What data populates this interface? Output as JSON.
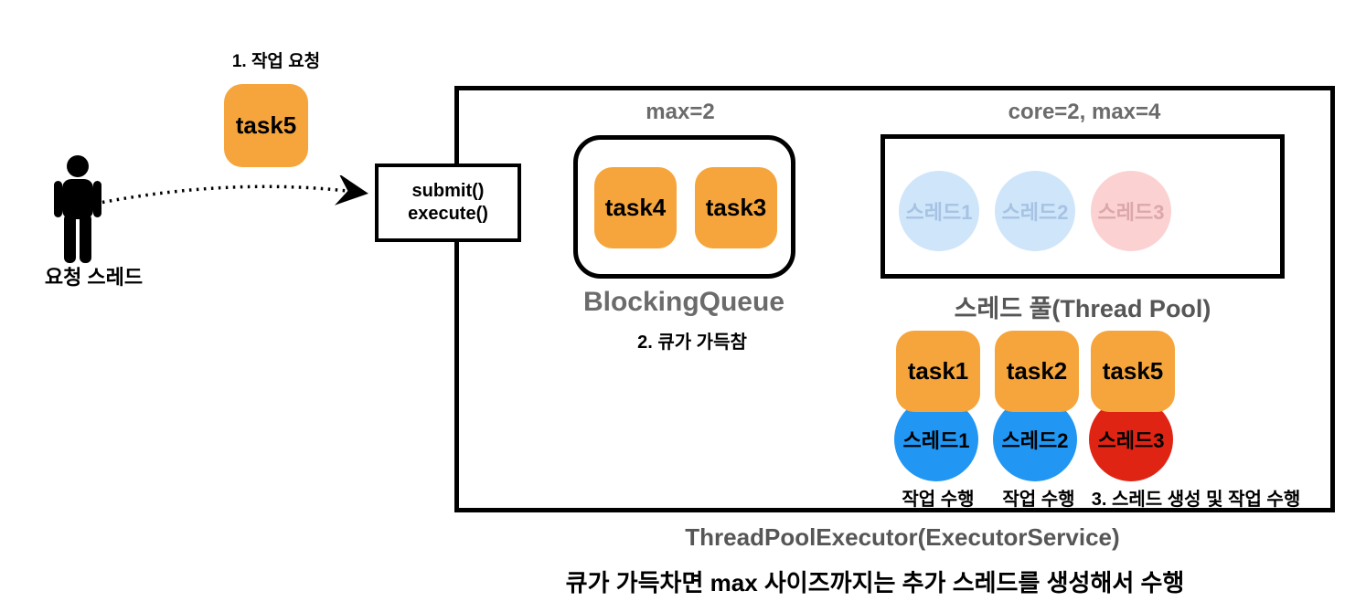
{
  "diagram": {
    "step1_label": "1. 작업 요청",
    "incoming_task": "task5",
    "requester_label": "요청 스레드",
    "submit_method_1": "submit()",
    "submit_method_2": "execute()",
    "queue": {
      "max_label": "max=2",
      "tasks": [
        "task4",
        "task3"
      ],
      "title": "BlockingQueue",
      "status_label": "2. 큐가 가득참"
    },
    "pool": {
      "config_label": "core=2, max=4",
      "idle_threads": [
        {
          "label": "스레드1",
          "fill": "#CFE5FA",
          "text": "#A6C3E3"
        },
        {
          "label": "스레드2",
          "fill": "#CFE5FA",
          "text": "#A6C3E3"
        },
        {
          "label": "스레드3",
          "fill": "#FBD1D1",
          "text": "#DBA7AC"
        }
      ],
      "title": "스레드 풀(Thread Pool)"
    },
    "executions": [
      {
        "task": "task1",
        "thread": "스레드1",
        "thread_fill": "#2196F3",
        "note": "작업 수행"
      },
      {
        "task": "task2",
        "thread": "스레드2",
        "thread_fill": "#2196F3",
        "note": "작업 수행"
      },
      {
        "task": "task5",
        "thread": "스레드3",
        "thread_fill": "#E02414",
        "note": "3. 스레드 생성 및 작업 수행"
      }
    ],
    "executor_title": "ThreadPoolExecutor(ExecutorService)",
    "caption": "큐가 가득차면 max 사이즈까지는 추가 스레드를 생성해서 수행"
  },
  "colors": {
    "task_orange": "#F5A53B",
    "thread_blue": "#2196F3",
    "thread_red": "#E02414",
    "idle_blue": "#CFE5FA",
    "idle_pink": "#FBD1D1",
    "gray_label": "#6B6B6B",
    "dark_gray_label": "#565656",
    "black": "#000000"
  }
}
